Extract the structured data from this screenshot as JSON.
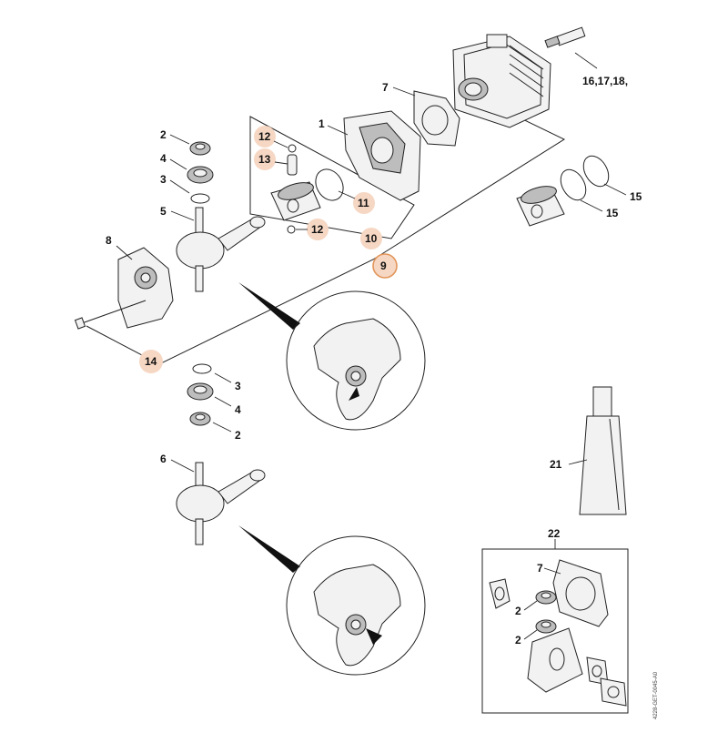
{
  "labels": {
    "cylinder_housing": "1",
    "seal_top": "2",
    "bearing_top": "4",
    "washer_top": "3",
    "crankshaft_top": "5",
    "crankshaft_bottom": "6",
    "gasket_main": "7",
    "crankcase_half": "8",
    "piston_kit": "9",
    "piston": "10",
    "ring": "11",
    "circlip_a": "12",
    "circlip_b": "12",
    "pin": "13",
    "crankcase_set": "14",
    "piston_ring_a": "15",
    "piston_ring_b": "15",
    "spark_plug_refs": "16,17,18,",
    "washer_bottom": "3",
    "bearing_bottom": "4",
    "seal_bottom": "2",
    "tube": "21",
    "gasket_set": "22",
    "set_gasket": "7",
    "set_seal_a": "2",
    "set_seal_b": "2"
  },
  "highlight": {
    "fill": "#f6d7c3",
    "ring": "#e2955a"
  },
  "doc_id": "4228-GET-0045-A0"
}
